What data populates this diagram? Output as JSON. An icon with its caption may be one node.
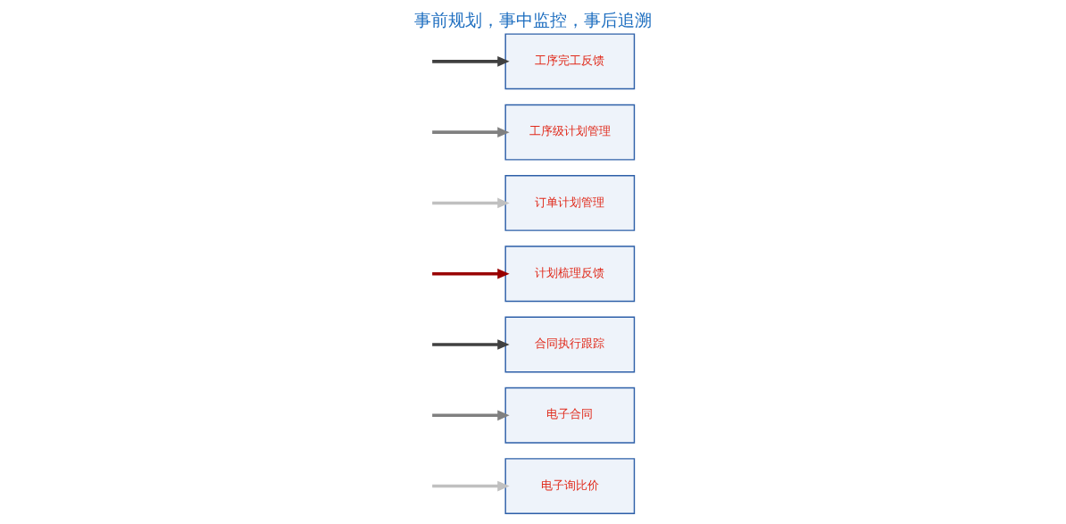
{
  "diagram": {
    "title": "事前规划，事中监控，事后追溯",
    "nodes": [
      {
        "text": [
          "电子询比价"
        ]
      },
      {
        "text": [
          "电子合同"
        ]
      },
      {
        "text": [
          "合同执行跟踪"
        ]
      },
      {
        "text": [
          "计划梳理反馈"
        ]
      },
      {
        "text": [
          "订单计划管理"
        ]
      },
      {
        "text": [
          "工序级计划管理"
        ]
      },
      {
        "text": [
          "工序完工反馈"
        ]
      }
    ],
    "edges": [
      {
        "from": null,
        "to": 0,
        "arrow": "to",
        "color": "#c0c0c0"
      },
      {
        "from": null,
        "to": 1,
        "arrow": "to",
        "color": "#808080"
      },
      {
        "from": null,
        "to": 2,
        "arrow": "to",
        "color": "#404040"
      },
      {
        "from": null,
        "to": 3,
        "arrow": "to",
        "color": "#990000"
      },
      {
        "from": null,
        "to": 4,
        "arrow": "to",
        "color": "#c0c0c0"
      },
      {
        "from": null,
        "to": 5,
        "arrow": "to",
        "color": "#808080"
      },
      {
        "from": null,
        "to": 6,
        "arrow": "to",
        "color": "#404040"
      }
    ]
  }
}
